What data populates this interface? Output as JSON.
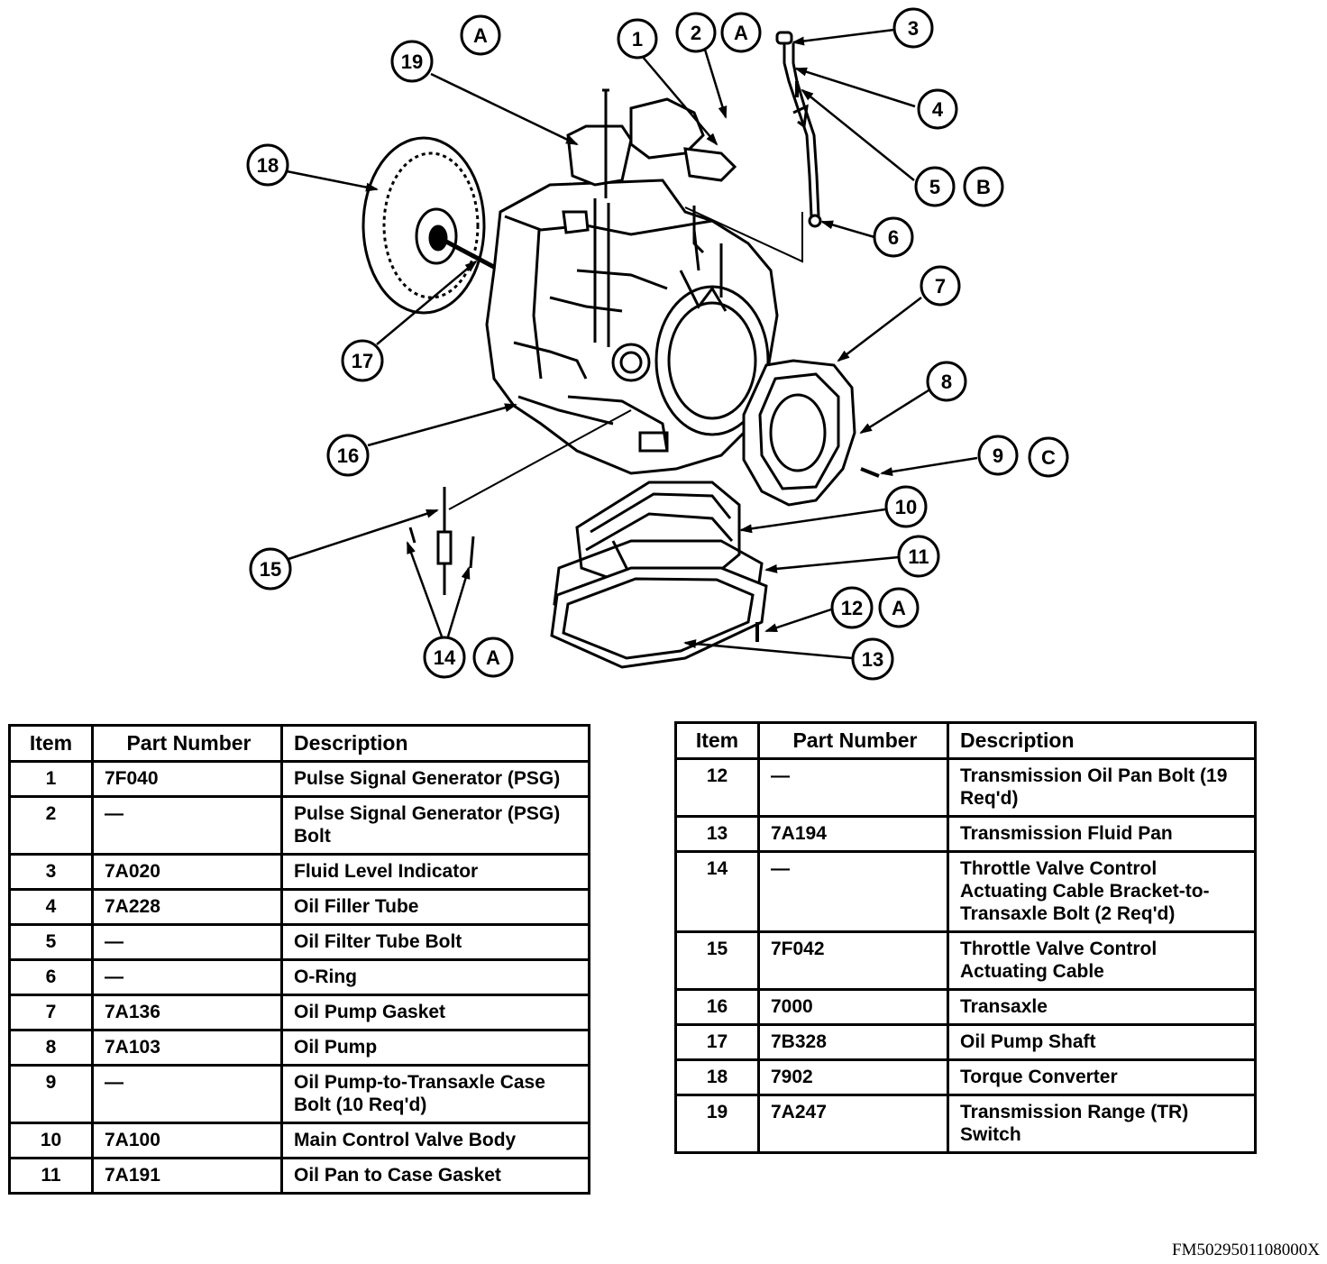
{
  "callouts": {
    "c1": "1",
    "c2": "2",
    "c3": "3",
    "c4": "4",
    "c5": "5",
    "c6": "6",
    "c7": "7",
    "c8": "8",
    "c9": "9",
    "c10": "10",
    "c11": "11",
    "c12": "12",
    "c13": "13",
    "c14": "14",
    "c15": "15",
    "c16": "16",
    "c17": "17",
    "c18": "18",
    "c19": "19",
    "noteA": "A",
    "noteB": "B",
    "noteC": "C"
  },
  "table_headers": {
    "item": "Item",
    "part_number": "Part Number",
    "description": "Description"
  },
  "left_table": [
    {
      "item": "1",
      "part": "7F040",
      "desc": "Pulse Signal Generator (PSG)"
    },
    {
      "item": "2",
      "part": "—",
      "desc": "Pulse Signal Generator (PSG) Bolt"
    },
    {
      "item": "3",
      "part": "7A020",
      "desc": "Fluid Level Indicator"
    },
    {
      "item": "4",
      "part": "7A228",
      "desc": "Oil Filler Tube"
    },
    {
      "item": "5",
      "part": "—",
      "desc": "Oil Filter Tube Bolt"
    },
    {
      "item": "6",
      "part": "—",
      "desc": "O-Ring"
    },
    {
      "item": "7",
      "part": "7A136",
      "desc": "Oil Pump Gasket"
    },
    {
      "item": "8",
      "part": "7A103",
      "desc": "Oil Pump"
    },
    {
      "item": "9",
      "part": "—",
      "desc": "Oil Pump-to-Transaxle Case Bolt (10 Req'd)"
    },
    {
      "item": "10",
      "part": "7A100",
      "desc": "Main Control Valve Body"
    },
    {
      "item": "11",
      "part": "7A191",
      "desc": "Oil Pan to Case Gasket"
    }
  ],
  "right_table": [
    {
      "item": "12",
      "part": "—",
      "desc": "Transmission Oil Pan Bolt (19 Req'd)"
    },
    {
      "item": "13",
      "part": "7A194",
      "desc": "Transmission Fluid Pan"
    },
    {
      "item": "14",
      "part": "—",
      "desc": "Throttle Valve Control Actuating Cable Bracket-to-Transaxle Bolt (2 Req'd)"
    },
    {
      "item": "15",
      "part": "7F042",
      "desc": "Throttle Valve Control Actuating Cable"
    },
    {
      "item": "16",
      "part": "7000",
      "desc": "Transaxle"
    },
    {
      "item": "17",
      "part": "7B328",
      "desc": "Oil Pump Shaft"
    },
    {
      "item": "18",
      "part": "7902",
      "desc": "Torque Converter"
    },
    {
      "item": "19",
      "part": "7A247",
      "desc": "Transmission Range (TR) Switch"
    }
  ],
  "figure_code": "FM5029501108000X"
}
